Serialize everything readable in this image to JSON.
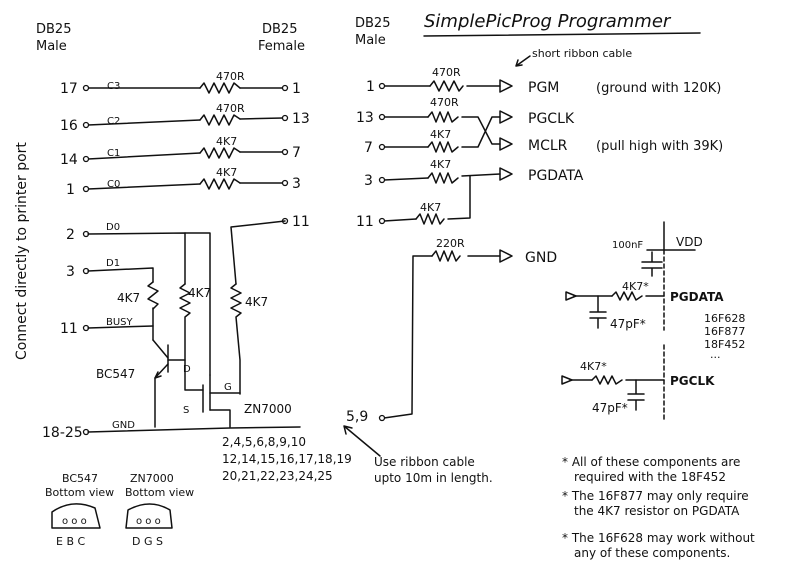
{
  "title": "SimplePicProg Programmer",
  "headers": {
    "left_db25": "DB25",
    "left_male": "Male",
    "mid_db25": "DB25",
    "mid_female": "Female",
    "right_db25": "DB25",
    "right_male": "Male"
  },
  "side_note": "Connect directly to printer port",
  "left_pins": [
    "17",
    "16",
    "14",
    "1",
    "2",
    "3",
    "11",
    "18-25"
  ],
  "signal_labels": [
    "C3",
    "C2",
    "C1",
    "C0",
    "D0",
    "D1",
    "BUSY",
    "GND"
  ],
  "left_resistors": [
    "470R",
    "470R",
    "4K7",
    "4K7"
  ],
  "female_pins": [
    "1",
    "13",
    "7",
    "3",
    "11"
  ],
  "female_ground_pins": [
    "2,4,5,6,8,9,10",
    "12,14,15,16,17,18,19",
    "20,21,22,23,24,25"
  ],
  "transistor_labels": {
    "bc547": "BC547",
    "zn7000": "ZN7000",
    "drain": "D",
    "gate": "G",
    "source": "S",
    "r_base": "4K7",
    "r_collector": "4K7",
    "r_drain": "4K7"
  },
  "bottom_views": {
    "bc547_title": "BC547",
    "bc547_sub": "Bottom view",
    "bc547_pins": "E B C",
    "zn7000_title": "ZN7000",
    "zn7000_sub": "Bottom view",
    "zn7000_pins": "D G S"
  },
  "right_pins": [
    "1",
    "13",
    "7",
    "3",
    "11",
    "5,9"
  ],
  "right_resistors": [
    "470R",
    "470R",
    "4K7",
    "4K7",
    "4K7",
    "220R"
  ],
  "outputs": [
    "PGM",
    "PGCLK",
    "MCLR",
    "PGDATA",
    "GND"
  ],
  "output_notes": {
    "pgm": "(ground with 120K)",
    "mclr": "(pull high with 39K)"
  },
  "ribbon_note_top": "short ribbon cable",
  "ribbon_note_bottom": [
    "Use ribbon cable",
    "upto 10m in length."
  ],
  "pic_circuit": {
    "cap_top": "100nF",
    "vdd": "VDD",
    "r1": "4K7*",
    "r1_label": "PGDATA",
    "c1": "47pF*",
    "chips": [
      "16F628",
      "16F877",
      "18F452",
      "..."
    ],
    "r2": "4K7*",
    "r2_label": "PGCLK",
    "c2": "47pF*"
  },
  "footnotes": [
    "* All of these components are required with the 18F452",
    "* The 16F877 may only require the 4K7 resistor on PGDATA",
    "* The 16F628 may work without any of these components."
  ]
}
